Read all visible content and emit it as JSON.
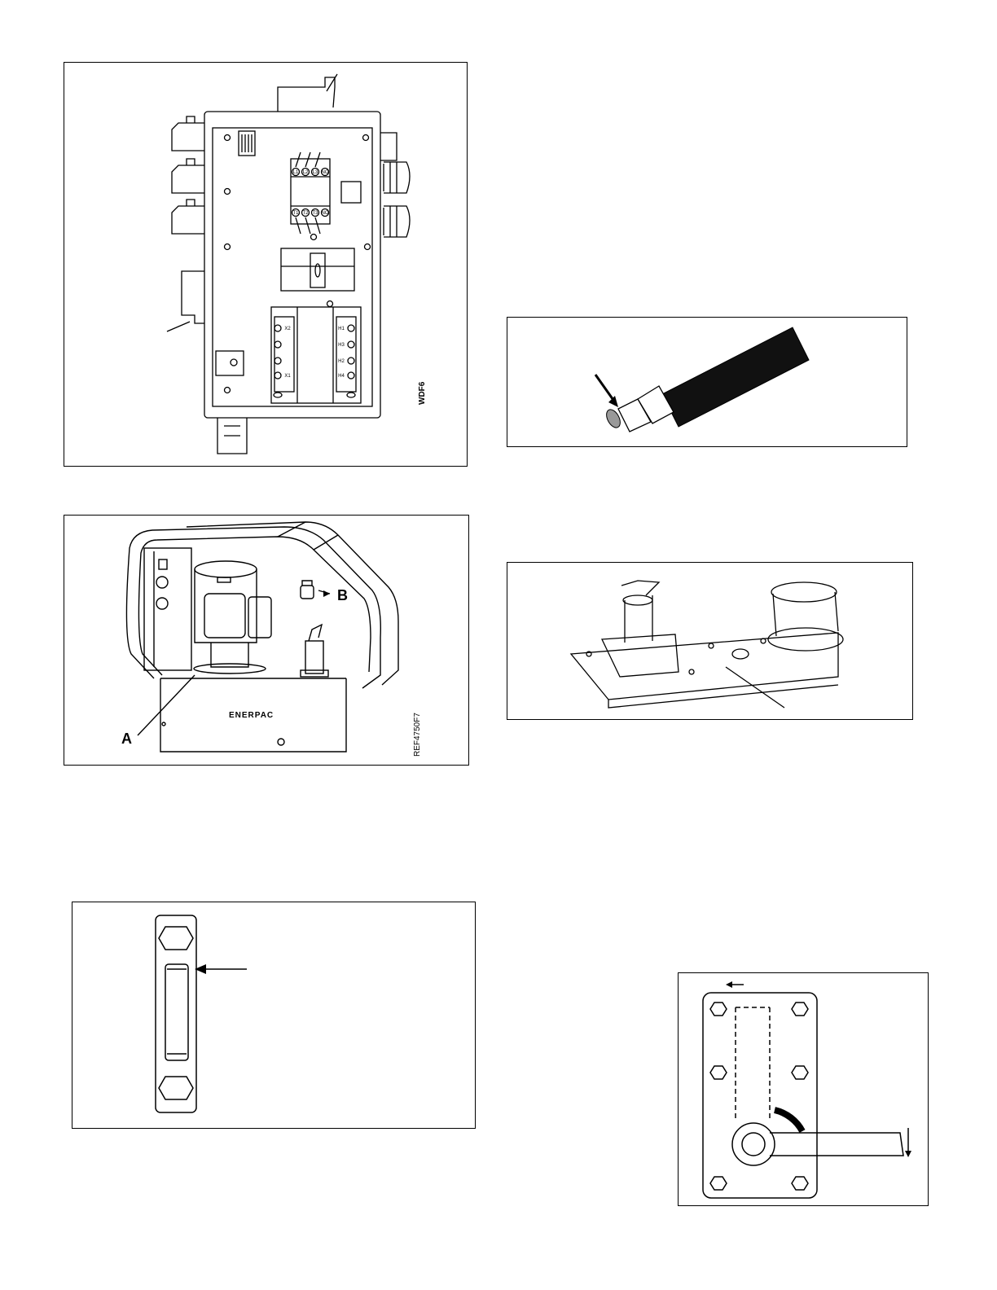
{
  "figures": {
    "wiring_panel": {
      "code": "WDF6",
      "terminals_top": [
        "L1",
        "L2",
        "L3",
        "NO"
      ],
      "terminals_bottom": [
        "T1",
        "T2",
        "T3",
        "NO"
      ],
      "terminals_left": [
        "X2",
        "X1"
      ],
      "terminals_right": [
        "H1",
        "H3",
        "H2",
        "H4"
      ]
    },
    "pump_overview": {
      "code": "REF4750F7",
      "callout_a": "A",
      "callout_b": "B",
      "brand": "ENERPAC"
    },
    "hose_fitting": {},
    "valve_base": {},
    "sight_glass": {},
    "valve_handle": {}
  }
}
